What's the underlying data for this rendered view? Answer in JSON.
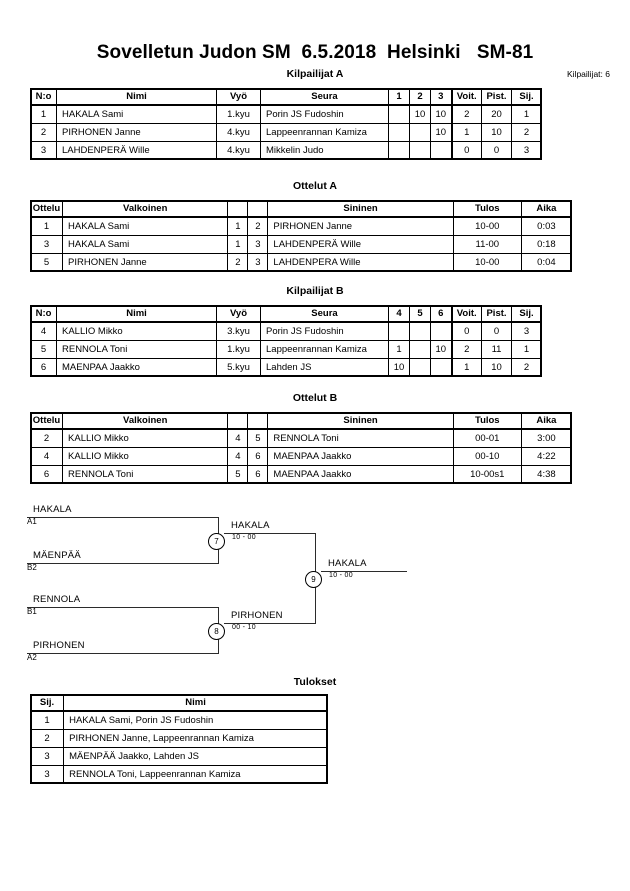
{
  "title": "Sovelletun Judon SM  6.5.2018  Helsinki   SM-81",
  "entrants_label": "Kilpailijat: 6",
  "sections": {
    "competitors_a": "Kilpailijat A",
    "matches_a": "Ottelut A",
    "competitors_b": "Kilpailijat B",
    "matches_b": "Ottelut B",
    "results": "Tulokset"
  },
  "competitors_headers": {
    "no": "N:o",
    "name": "Nimi",
    "belt": "Vyö",
    "club": "Seura",
    "wins": "Voit.",
    "points": "Pist.",
    "rank": "Sij."
  },
  "pool_a": {
    "opponent_columns": [
      "1",
      "2",
      "3"
    ],
    "rows": [
      {
        "no": "1",
        "name": "HAKALA Sami",
        "belt": "1.kyu",
        "club": "Porin JS Fudoshin",
        "scores": [
          "",
          "10",
          "10"
        ],
        "wins": "2",
        "points": "20",
        "rank": "1"
      },
      {
        "no": "2",
        "name": "PIRHONEN Janne",
        "belt": "4.kyu",
        "club": "Lappeenrannan Kamiza",
        "scores": [
          "",
          "",
          "10"
        ],
        "wins": "1",
        "points": "10",
        "rank": "2"
      },
      {
        "no": "3",
        "name": "LAHDENPERÄ Wille",
        "belt": "4.kyu",
        "club": "Mikkelin Judo",
        "scores": [
          "",
          "",
          ""
        ],
        "wins": "0",
        "points": "0",
        "rank": "3"
      }
    ]
  },
  "pool_b": {
    "opponent_columns": [
      "4",
      "5",
      "6"
    ],
    "rows": [
      {
        "no": "4",
        "name": "KALLIO Mikko",
        "belt": "3.kyu",
        "club": "Porin JS Fudoshin",
        "scores": [
          "",
          "",
          ""
        ],
        "wins": "0",
        "points": "0",
        "rank": "3"
      },
      {
        "no": "5",
        "name": "RENNOLA Toni",
        "belt": "1.kyu",
        "club": "Lappeenrannan Kamiza",
        "scores": [
          "1",
          "",
          "10"
        ],
        "wins": "2",
        "points": "11",
        "rank": "1"
      },
      {
        "no": "6",
        "name": "MAENPAA Jaakko",
        "belt": "5.kyu",
        "club": "Lahden JS",
        "scores": [
          "10",
          "",
          ""
        ],
        "wins": "1",
        "points": "10",
        "rank": "2"
      }
    ]
  },
  "matches_headers": {
    "match": "Ottelu",
    "white": "Valkoinen",
    "blue": "Sininen",
    "result": "Tulos",
    "time": "Aika"
  },
  "matches_a": [
    {
      "match": "1",
      "white": "HAKALA Sami",
      "white_no": "1",
      "blue_no": "2",
      "blue": "PIRHONEN Janne",
      "result": "10-00",
      "time": "0:03"
    },
    {
      "match": "3",
      "white": "HAKALA Sami",
      "white_no": "1",
      "blue_no": "3",
      "blue": "LAHDENPERÄ Wille",
      "result": "11-00",
      "time": "0:18"
    },
    {
      "match": "5",
      "white": "PIRHONEN Janne",
      "white_no": "2",
      "blue_no": "3",
      "blue": "LAHDENPERA Wille",
      "result": "10-00",
      "time": "0:04"
    }
  ],
  "matches_b": [
    {
      "match": "2",
      "white": "KALLIO Mikko",
      "white_no": "4",
      "blue_no": "5",
      "blue": "RENNOLA Toni",
      "result": "00-01",
      "time": "3:00"
    },
    {
      "match": "4",
      "white": "KALLIO Mikko",
      "white_no": "4",
      "blue_no": "6",
      "blue": "MAENPAA Jaakko",
      "result": "00-10",
      "time": "4:22"
    },
    {
      "match": "6",
      "white": "RENNOLA Toni",
      "white_no": "5",
      "blue_no": "6",
      "blue": "MAENPAA Jaakko",
      "result": "10-00s1",
      "time": "4:38"
    }
  ],
  "bracket": {
    "entries": [
      {
        "name": "HAKALA",
        "seed": "A1"
      },
      {
        "name": "MÄENPÄÄ",
        "seed": "B2"
      },
      {
        "name": "RENNOLA",
        "seed": "B1"
      },
      {
        "name": "PIRHONEN",
        "seed": "A2"
      }
    ],
    "semifinals": [
      {
        "number": "7",
        "winner": "HAKALA",
        "score": "10 - 00"
      },
      {
        "number": "8",
        "winner": "PIRHONEN",
        "score": "00 - 10"
      }
    ],
    "final": {
      "number": "9",
      "winner": "HAKALA",
      "score": "10 - 00"
    }
  },
  "results_headers": {
    "rank": "Sij.",
    "name": "Nimi"
  },
  "results": [
    {
      "rank": "1",
      "name": "HAKALA Sami, Porin JS Fudoshin"
    },
    {
      "rank": "2",
      "name": "PIRHONEN Janne, Lappeenrannan Kamiza"
    },
    {
      "rank": "3",
      "name": "MÄENPÄÄ Jaakko, Lahden JS"
    },
    {
      "rank": "3",
      "name": "RENNOLA Toni, Lappeenrannan Kamiza"
    }
  ]
}
